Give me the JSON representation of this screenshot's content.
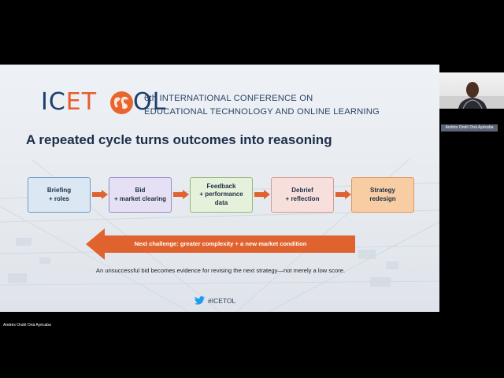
{
  "slide": {
    "logo": {
      "part1": "IC",
      "part2": "ET",
      "part3": "OL"
    },
    "conference_line1": "6th INTERNATIONAL CONFERENCE ON",
    "conference_line2": "EDUCATIONAL TECHNOLOGY AND ONLINE LEARNING",
    "heading": "A repeated cycle turns outcomes into reasoning",
    "steps": [
      {
        "label": "Briefing\n+ roles",
        "fill": "#dbe8f4",
        "border": "#6b9ac7"
      },
      {
        "label": "Bid\n+ market clearing",
        "fill": "#e6e0f4",
        "border": "#9a8bc8"
      },
      {
        "label": "Feedback\n+ performance\ndata",
        "fill": "#e5f1da",
        "border": "#93b97a"
      },
      {
        "label": "Debrief\n+ reflection",
        "fill": "#f7dfdc",
        "border": "#d59a93"
      },
      {
        "label": "Strategy\nredesign",
        "fill": "#f9cda4",
        "border": "#e0975a"
      }
    ],
    "back_arrow_label": "Next challenge: greater complexity + a new market condition",
    "caption": "An unsuccessful bid becomes evidence for revising the next strategy—not merely a low score.",
    "hashtag": "#ICETOL",
    "colors": {
      "accent": "#e85d2c",
      "navy": "#1c3f6e",
      "arrow": "#e0632f"
    }
  },
  "participant": {
    "name": "Andrés Ondó Oná Ayécaba"
  },
  "bottom_name": "Andrés Ondó Oná Ayécaba"
}
